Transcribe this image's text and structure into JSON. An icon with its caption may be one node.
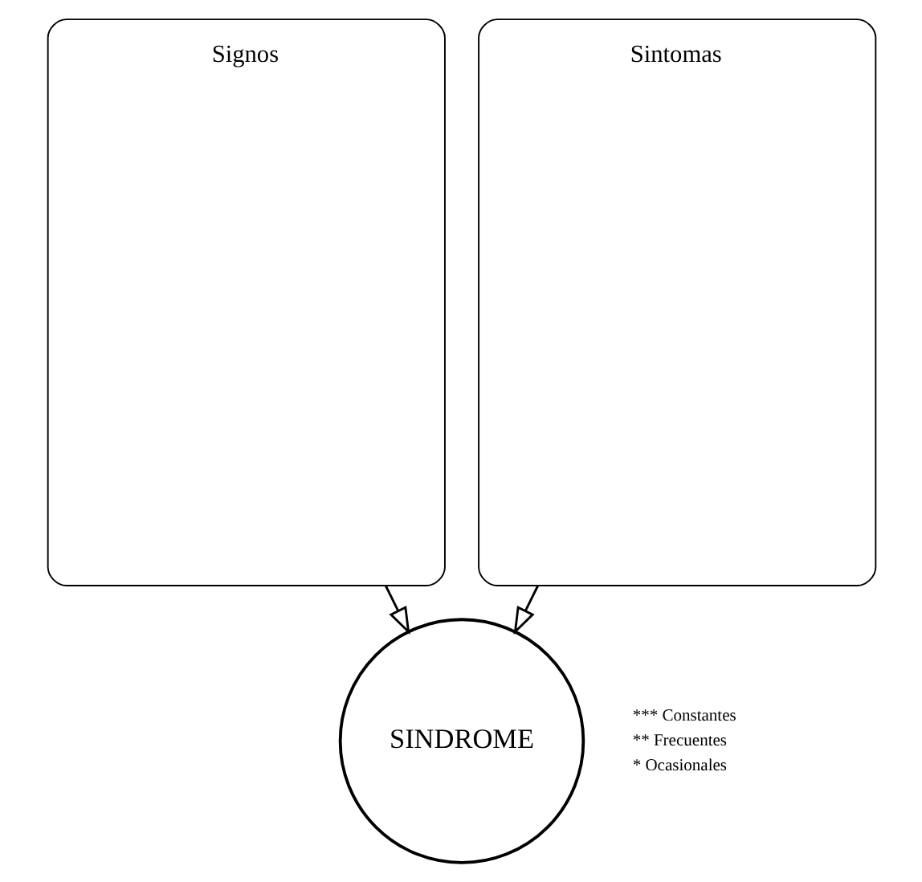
{
  "diagram": {
    "nodes": [
      {
        "text": [
          "Signos"
        ]
      },
      {
        "text": [
          "Sintomas"
        ]
      },
      {
        "text": [
          "SINDROME"
        ]
      }
    ],
    "edges": [
      {
        "from": 0,
        "to": 2,
        "arrow": "to"
      },
      {
        "from": 1,
        "to": 2,
        "arrow": "to"
      }
    ],
    "labels": [
      "*** Constantes",
      "** Frecuentes",
      "* Ocasionales"
    ]
  }
}
